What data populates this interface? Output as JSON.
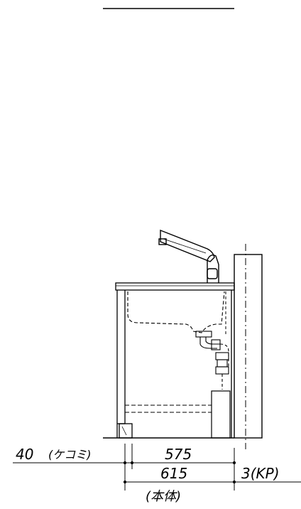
{
  "dimensions": {
    "kick": "40",
    "kick_note": "(ケコミ)",
    "cabinet_depth": "575",
    "body_depth": "615",
    "body_note": "(本体)",
    "kp": "3(KP)"
  },
  "colors": {
    "line": "#000000",
    "background": "#ffffff"
  }
}
